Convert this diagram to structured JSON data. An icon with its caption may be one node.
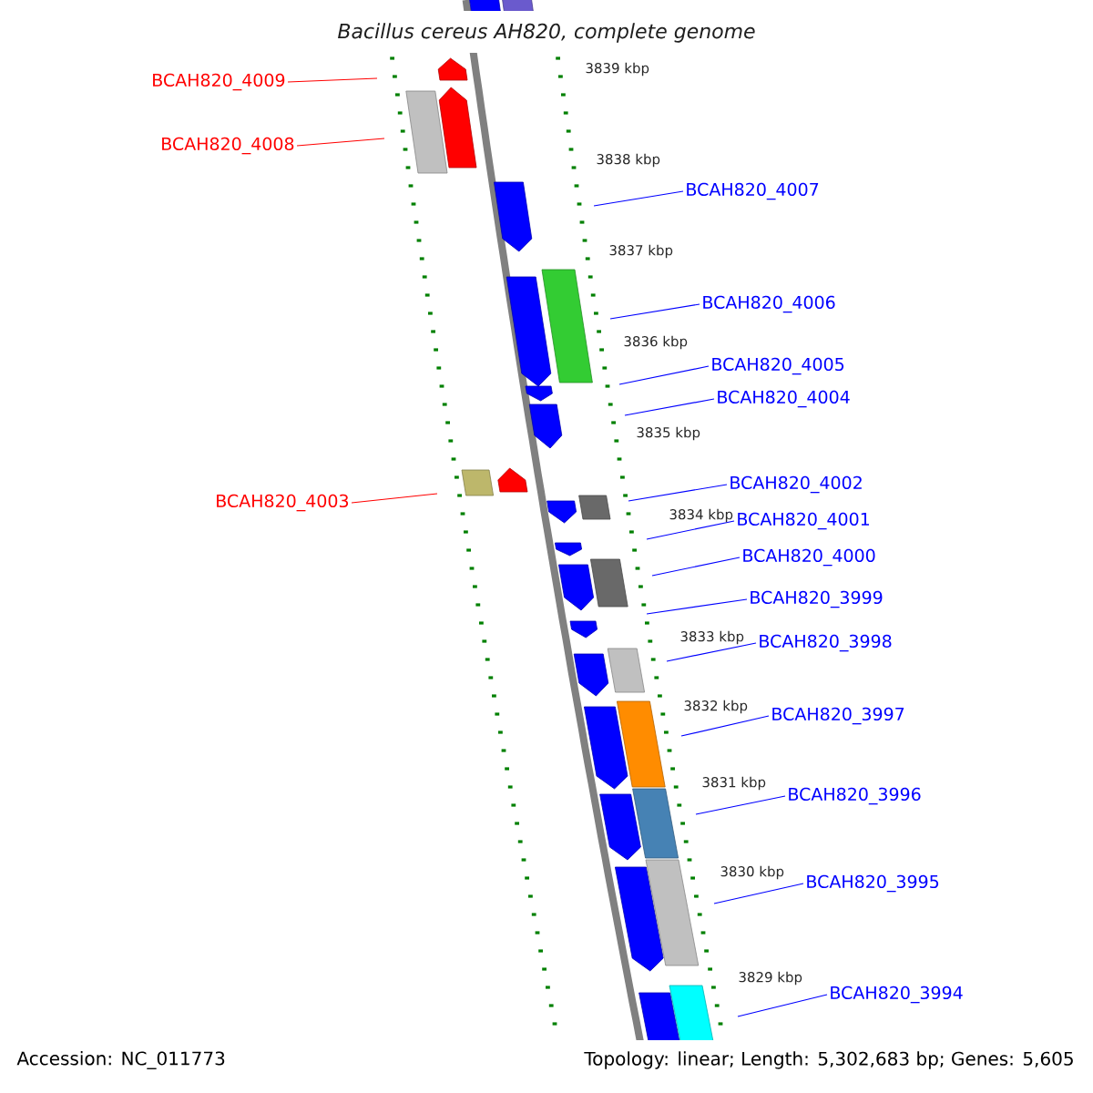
{
  "diagram": {
    "title": "Bacillus cereus AH820, complete genome",
    "nodes": [
      {
        "text": [
          "BCAH820_4009"
        ]
      },
      {
        "text": [
          "BCAH820_4008"
        ]
      },
      {
        "text": [
          "BCAH820_4007"
        ]
      },
      {
        "text": [
          "BCAH820_4006"
        ]
      },
      {
        "text": [
          "BCAH820_4005"
        ]
      },
      {
        "text": [
          "BCAH820_4004"
        ]
      },
      {
        "text": [
          "BCAH820_4002"
        ]
      },
      {
        "text": [
          "BCAH820_4003"
        ]
      },
      {
        "text": [
          "BCAH820_4001"
        ]
      },
      {
        "text": [
          "BCAH820_4000"
        ]
      },
      {
        "text": [
          "BCAH820_3999"
        ]
      },
      {
        "text": [
          "BCAH820_3998"
        ]
      },
      {
        "text": [
          "BCAH820_3997"
        ]
      },
      {
        "text": [
          "BCAH820_3996"
        ]
      },
      {
        "text": [
          "BCAH820_3995"
        ]
      },
      {
        "text": [
          "BCAH820_3994"
        ]
      }
    ],
    "edges": [
      {
        "from": 0,
        "to": null,
        "arrow": "none",
        "color": "#ff0000"
      },
      {
        "from": 1,
        "to": null,
        "arrow": "none",
        "color": "#ff0000"
      },
      {
        "from": 2,
        "to": null,
        "arrow": "none"
      },
      {
        "from": 3,
        "to": null,
        "arrow": "none"
      },
      {
        "from": 4,
        "to": null,
        "arrow": "none"
      },
      {
        "from": 5,
        "to": null,
        "arrow": "none"
      },
      {
        "from": 6,
        "to": null,
        "arrow": "none"
      },
      {
        "from": 7,
        "to": null,
        "arrow": "none",
        "color": "#ff0000"
      },
      {
        "from": 8,
        "to": null,
        "arrow": "none"
      },
      {
        "from": 9,
        "to": null,
        "arrow": "none"
      },
      {
        "from": 10,
        "to": null,
        "arrow": "none"
      },
      {
        "from": 11,
        "to": null,
        "arrow": "none"
      },
      {
        "from": 12,
        "to": null,
        "arrow": "none"
      },
      {
        "from": 13,
        "to": null,
        "arrow": "none"
      },
      {
        "from": 14,
        "to": null,
        "arrow": "none"
      },
      {
        "from": 15,
        "to": null,
        "arrow": "none"
      }
    ],
    "labels": [
      "3839 kbp",
      "3838 kbp",
      "3837 kbp",
      "3836 kbp",
      "3835 kbp",
      "3834 kbp",
      "3833 kbp",
      "3832 kbp",
      "3831 kbp",
      "3830 kbp",
      "3829 kbp",
      "Accession: NC_011773",
      "Topology: linear; Length: 5,302,683 bp; Genes: 5,605"
    ]
  }
}
